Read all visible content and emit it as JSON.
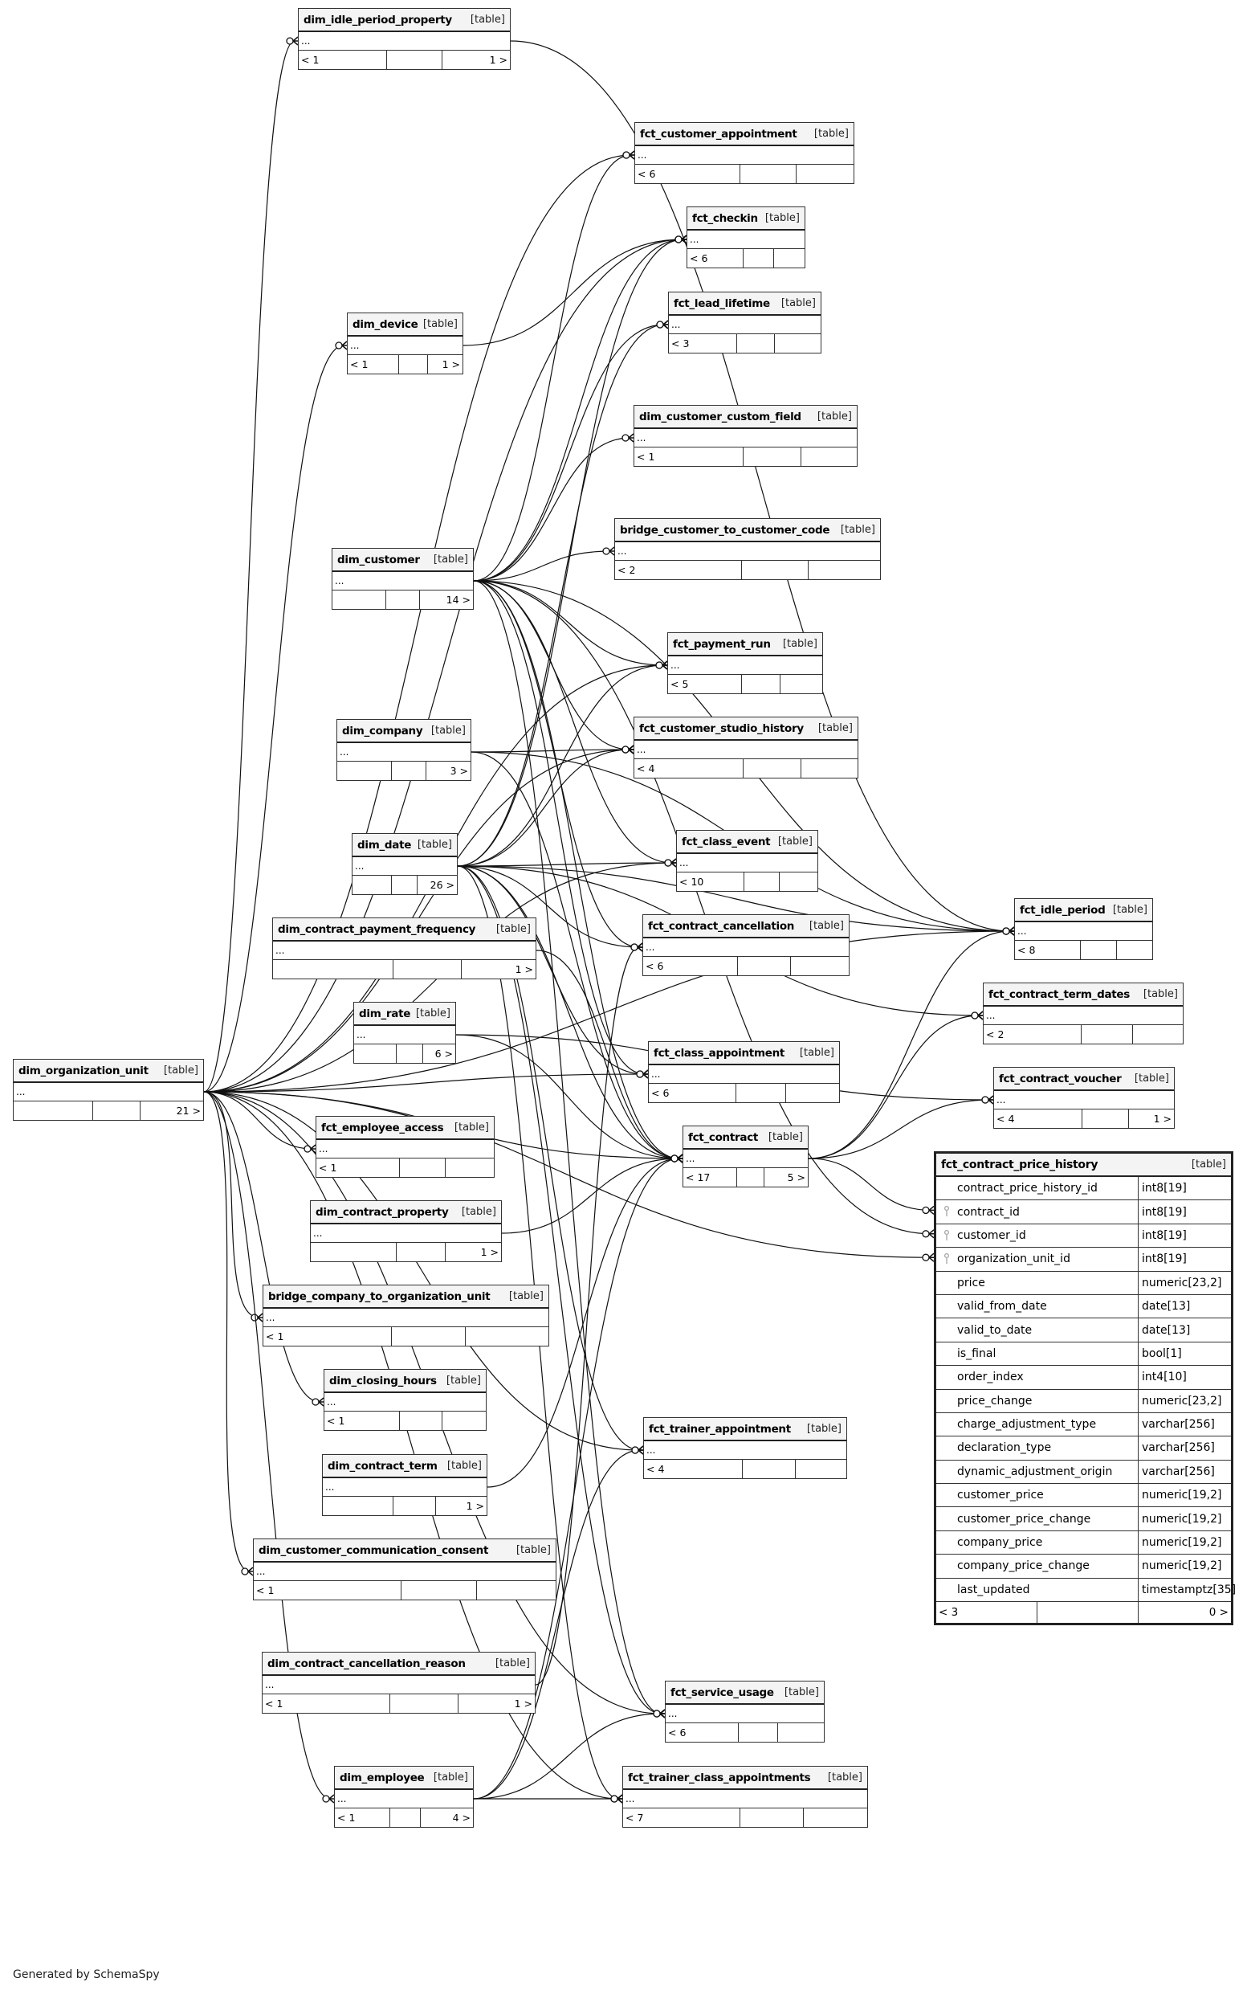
{
  "footer": "Generated by SchemaSpy",
  "kind_label": "[table]",
  "ellipsis": "...",
  "tables": [
    {
      "id": "dim_idle_period_property",
      "name": "dim_idle_period_property",
      "kind": "[table]",
      "body": "...",
      "parents": "< 1",
      "mid": "",
      "children": "1 >"
    },
    {
      "id": "fct_customer_appointment",
      "name": "fct_customer_appointment",
      "kind": "[table]",
      "body": "...",
      "parents": "< 6",
      "mid": "",
      "children": ""
    },
    {
      "id": "fct_checkin",
      "name": "fct_checkin",
      "kind": "[table]",
      "body": "...",
      "parents": "< 6",
      "mid": "",
      "children": ""
    },
    {
      "id": "fct_lead_lifetime",
      "name": "fct_lead_lifetime",
      "kind": "[table]",
      "body": "...",
      "parents": "< 3",
      "mid": "",
      "children": ""
    },
    {
      "id": "dim_device",
      "name": "dim_device",
      "kind": "[table]",
      "body": "...",
      "parents": "< 1",
      "mid": "",
      "children": "1 >"
    },
    {
      "id": "dim_customer_custom_field",
      "name": "dim_customer_custom_field",
      "kind": "[table]",
      "body": "...",
      "parents": "< 1",
      "mid": "",
      "children": ""
    },
    {
      "id": "dim_customer",
      "name": "dim_customer",
      "kind": "[table]",
      "body": "...",
      "parents": "",
      "mid": "",
      "children": "14 >"
    },
    {
      "id": "bridge_customer_to_customer_code",
      "name": "bridge_customer_to_customer_code",
      "kind": "[table]",
      "body": "...",
      "parents": "< 2",
      "mid": "",
      "children": ""
    },
    {
      "id": "fct_payment_run",
      "name": "fct_payment_run",
      "kind": "[table]",
      "body": "...",
      "parents": "< 5",
      "mid": "",
      "children": ""
    },
    {
      "id": "fct_customer_studio_history",
      "name": "fct_customer_studio_history",
      "kind": "[table]",
      "body": "...",
      "parents": "< 4",
      "mid": "",
      "children": ""
    },
    {
      "id": "dim_company",
      "name": "dim_company",
      "kind": "[table]",
      "body": "...",
      "parents": "",
      "mid": "",
      "children": "3 >"
    },
    {
      "id": "fct_class_event",
      "name": "fct_class_event",
      "kind": "[table]",
      "body": "...",
      "parents": "< 10",
      "mid": "",
      "children": ""
    },
    {
      "id": "dim_date",
      "name": "dim_date",
      "kind": "[table]",
      "body": "...",
      "parents": "",
      "mid": "",
      "children": "26 >"
    },
    {
      "id": "dim_contract_payment_frequency",
      "name": "dim_contract_payment_frequency",
      "kind": "[table]",
      "body": "...",
      "parents": "",
      "mid": "",
      "children": "1 >"
    },
    {
      "id": "fct_contract_cancellation",
      "name": "fct_contract_cancellation",
      "kind": "[table]",
      "body": "...",
      "parents": "< 6",
      "mid": "",
      "children": ""
    },
    {
      "id": "dim_rate",
      "name": "dim_rate",
      "kind": "[table]",
      "body": "...",
      "parents": "",
      "mid": "",
      "children": "6 >"
    },
    {
      "id": "fct_class_appointment",
      "name": "fct_class_appointment",
      "kind": "[table]",
      "body": "...",
      "parents": "< 6",
      "mid": "",
      "children": ""
    },
    {
      "id": "fct_contract",
      "name": "fct_contract",
      "kind": "[table]",
      "body": "...",
      "parents": "< 17",
      "mid": "",
      "children": "5 >"
    },
    {
      "id": "dim_organization_unit",
      "name": "dim_organization_unit",
      "kind": "[table]",
      "body": "...",
      "parents": "",
      "mid": "",
      "children": "21 >"
    },
    {
      "id": "fct_employee_access",
      "name": "fct_employee_access",
      "kind": "[table]",
      "body": "...",
      "parents": "< 1",
      "mid": "",
      "children": ""
    },
    {
      "id": "dim_contract_property",
      "name": "dim_contract_property",
      "kind": "[table]",
      "body": "...",
      "parents": "",
      "mid": "",
      "children": "1 >"
    },
    {
      "id": "bridge_company_to_organization_unit",
      "name": "bridge_company_to_organization_unit",
      "kind": "[table]",
      "body": "...",
      "parents": "< 1",
      "mid": "",
      "children": ""
    },
    {
      "id": "dim_closing_hours",
      "name": "dim_closing_hours",
      "kind": "[table]",
      "body": "...",
      "parents": "< 1",
      "mid": "",
      "children": ""
    },
    {
      "id": "dim_contract_term",
      "name": "dim_contract_term",
      "kind": "[table]",
      "body": "...",
      "parents": "",
      "mid": "",
      "children": "1 >"
    },
    {
      "id": "dim_customer_communication_consent",
      "name": "dim_customer_communication_consent",
      "kind": "[table]",
      "body": "...",
      "parents": "< 1",
      "mid": "",
      "children": ""
    },
    {
      "id": "fct_trainer_appointment",
      "name": "fct_trainer_appointment",
      "kind": "[table]",
      "body": "...",
      "parents": "< 4",
      "mid": "",
      "children": ""
    },
    {
      "id": "dim_contract_cancellation_reason",
      "name": "dim_contract_cancellation_reason",
      "kind": "[table]",
      "body": "...",
      "parents": "< 1",
      "mid": "",
      "children": "1 >"
    },
    {
      "id": "fct_service_usage",
      "name": "fct_service_usage",
      "kind": "[table]",
      "body": "...",
      "parents": "< 6",
      "mid": "",
      "children": ""
    },
    {
      "id": "dim_employee",
      "name": "dim_employee",
      "kind": "[table]",
      "body": "...",
      "parents": "< 1",
      "mid": "",
      "children": "4 >"
    },
    {
      "id": "fct_trainer_class_appointments",
      "name": "fct_trainer_class_appointments",
      "kind": "[table]",
      "body": "...",
      "parents": "< 7",
      "mid": "",
      "children": ""
    },
    {
      "id": "fct_idle_period",
      "name": "fct_idle_period",
      "kind": "[table]",
      "body": "...",
      "parents": "< 8",
      "mid": "",
      "children": ""
    },
    {
      "id": "fct_contract_term_dates",
      "name": "fct_contract_term_dates",
      "kind": "[table]",
      "body": "...",
      "parents": "< 2",
      "mid": "",
      "children": ""
    },
    {
      "id": "fct_contract_voucher",
      "name": "fct_contract_voucher",
      "kind": "[table]",
      "body": "...",
      "parents": "< 4",
      "mid": "",
      "children": "1 >"
    }
  ],
  "focus_table": {
    "name": "fct_contract_price_history",
    "kind": "[table]",
    "columns": [
      {
        "name": "contract_price_history_id",
        "type": "int8[19]",
        "fk": false
      },
      {
        "name": "contract_id",
        "type": "int8[19]",
        "fk": true
      },
      {
        "name": "customer_id",
        "type": "int8[19]",
        "fk": true
      },
      {
        "name": "organization_unit_id",
        "type": "int8[19]",
        "fk": true
      },
      {
        "name": "price",
        "type": "numeric[23,2]",
        "fk": false
      },
      {
        "name": "valid_from_date",
        "type": "date[13]",
        "fk": false
      },
      {
        "name": "valid_to_date",
        "type": "date[13]",
        "fk": false
      },
      {
        "name": "is_final",
        "type": "bool[1]",
        "fk": false
      },
      {
        "name": "order_index",
        "type": "int4[10]",
        "fk": false
      },
      {
        "name": "price_change",
        "type": "numeric[23,2]",
        "fk": false
      },
      {
        "name": "charge_adjustment_type",
        "type": "varchar[256]",
        "fk": false
      },
      {
        "name": "declaration_type",
        "type": "varchar[256]",
        "fk": false
      },
      {
        "name": "dynamic_adjustment_origin",
        "type": "varchar[256]",
        "fk": false
      },
      {
        "name": "customer_price",
        "type": "numeric[19,2]",
        "fk": false
      },
      {
        "name": "customer_price_change",
        "type": "numeric[19,2]",
        "fk": false
      },
      {
        "name": "company_price",
        "type": "numeric[19,2]",
        "fk": false
      },
      {
        "name": "company_price_change",
        "type": "numeric[19,2]",
        "fk": false
      },
      {
        "name": "last_updated",
        "type": "timestamptz[35]",
        "fk": false
      }
    ],
    "parents": "< 3",
    "children": "0 >"
  },
  "relationships": [
    [
      "dim_idle_period_property",
      "fct_idle_period"
    ],
    [
      "dim_device",
      "fct_checkin"
    ],
    [
      "dim_customer",
      "fct_checkin"
    ],
    [
      "dim_customer",
      "fct_lead_lifetime"
    ],
    [
      "dim_customer",
      "dim_customer_custom_field"
    ],
    [
      "dim_customer",
      "bridge_customer_to_customer_code"
    ],
    [
      "dim_customer",
      "fct_payment_run"
    ],
    [
      "dim_customer",
      "fct_customer_studio_history"
    ],
    [
      "dim_customer",
      "fct_class_event"
    ],
    [
      "dim_customer",
      "fct_contract_cancellation"
    ],
    [
      "dim_customer",
      "fct_class_appointment"
    ],
    [
      "dim_customer",
      "fct_contract"
    ],
    [
      "dim_customer",
      "fct_idle_period"
    ],
    [
      "dim_customer",
      "fct_contract_price_history"
    ],
    [
      "dim_customer",
      "fct_customer_appointment"
    ],
    [
      "dim_customer",
      "fct_service_usage"
    ],
    [
      "dim_company",
      "fct_customer_studio_history"
    ],
    [
      "dim_company",
      "fct_contract"
    ],
    [
      "dim_company",
      "fct_idle_period"
    ],
    [
      "dim_date",
      "fct_checkin"
    ],
    [
      "dim_date",
      "fct_lead_lifetime"
    ],
    [
      "dim_date",
      "fct_payment_run"
    ],
    [
      "dim_date",
      "fct_customer_studio_history"
    ],
    [
      "dim_date",
      "fct_class_event"
    ],
    [
      "dim_date",
      "fct_contract_cancellation"
    ],
    [
      "dim_date",
      "fct_class_appointment"
    ],
    [
      "dim_date",
      "fct_contract"
    ],
    [
      "dim_date",
      "fct_idle_period"
    ],
    [
      "dim_date",
      "fct_contract_term_dates"
    ],
    [
      "dim_date",
      "fct_trainer_appointment"
    ],
    [
      "dim_date",
      "fct_service_usage"
    ],
    [
      "dim_date",
      "fct_trainer_class_appointments"
    ],
    [
      "dim_contract_payment_frequency",
      "fct_contract"
    ],
    [
      "dim_rate",
      "fct_contract"
    ],
    [
      "dim_rate",
      "fct_contract_voucher"
    ],
    [
      "dim_contract_property",
      "fct_contract"
    ],
    [
      "dim_contract_term",
      "fct_contract"
    ],
    [
      "dim_contract_cancellation_reason",
      "fct_contract_cancellation"
    ],
    [
      "dim_employee",
      "fct_trainer_appointment"
    ],
    [
      "dim_employee",
      "fct_service_usage"
    ],
    [
      "dim_employee",
      "fct_trainer_class_appointments"
    ],
    [
      "dim_employee",
      "fct_contract"
    ],
    [
      "dim_organization_unit",
      "dim_idle_period_property"
    ],
    [
      "dim_organization_unit",
      "fct_customer_appointment"
    ],
    [
      "dim_organization_unit",
      "fct_checkin"
    ],
    [
      "dim_organization_unit",
      "dim_device"
    ],
    [
      "dim_organization_unit",
      "fct_idle_period"
    ],
    [
      "dim_organization_unit",
      "fct_payment_run"
    ],
    [
      "dim_organization_unit",
      "fct_customer_studio_history"
    ],
    [
      "dim_organization_unit",
      "fct_class_event"
    ],
    [
      "dim_organization_unit",
      "fct_contract"
    ],
    [
      "dim_organization_unit",
      "fct_employee_access"
    ],
    [
      "dim_organization_unit",
      "bridge_company_to_organization_unit"
    ],
    [
      "dim_organization_unit",
      "dim_closing_hours"
    ],
    [
      "dim_organization_unit",
      "dim_customer_communication_consent"
    ],
    [
      "dim_organization_unit",
      "fct_trainer_appointment"
    ],
    [
      "dim_organization_unit",
      "fct_service_usage"
    ],
    [
      "dim_organization_unit",
      "dim_employee"
    ],
    [
      "dim_organization_unit",
      "fct_trainer_class_appointments"
    ],
    [
      "dim_organization_unit",
      "fct_contract_price_history"
    ],
    [
      "dim_organization_unit",
      "fct_class_appointment"
    ],
    [
      "fct_contract",
      "fct_idle_period"
    ],
    [
      "fct_contract",
      "fct_contract_term_dates"
    ],
    [
      "fct_contract",
      "fct_contract_voucher"
    ],
    [
      "fct_contract",
      "fct_contract_price_history"
    ]
  ]
}
